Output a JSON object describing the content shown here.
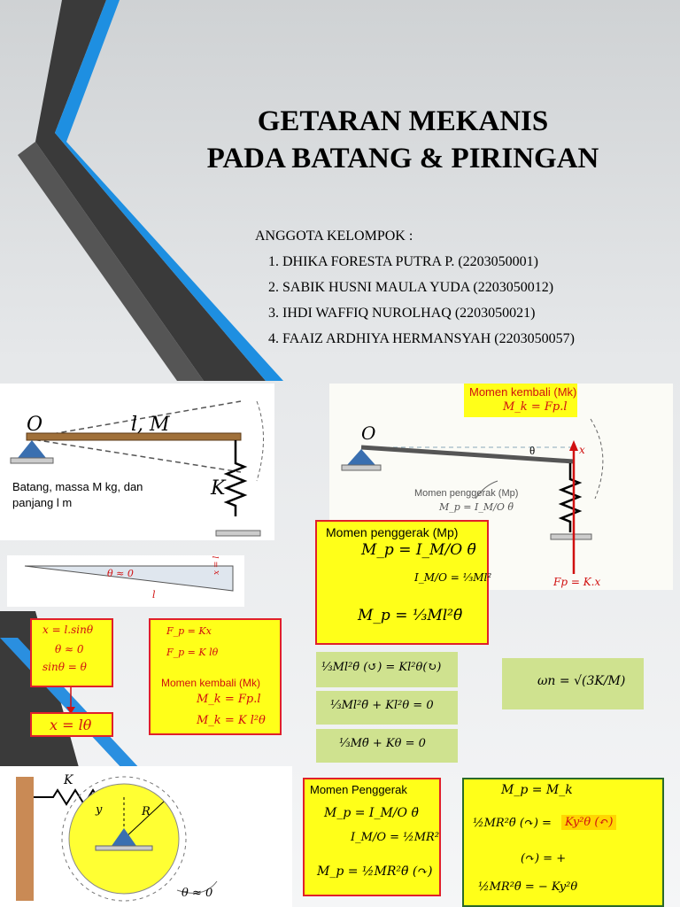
{
  "slide": {
    "title_line1": "GETARAN MEKANIS",
    "title_line2": "PADA BATANG & PIRINGAN",
    "members_heading": "ANGGOTA KELOMPOK :",
    "members": [
      "1. DHIKA FORESTA PUTRA P. (2203050001)",
      "2. SABIK HUSNI MAULA YUDA (2203050012)",
      "3. IHDI WAFFIQ NUROLHAQ (2203050021)",
      "4. FAAIZ ARDHIYA HERMANSYAH (2203050057)"
    ]
  },
  "fig1": {
    "label_o": "O",
    "label_lm": "l, M",
    "label_k": "K",
    "caption1": "Batang, massa M kg, dan",
    "caption2": "panjang l m"
  },
  "fig2": {
    "header_title": "Momen kembali (Mk)",
    "header_eq": "M_k = Fp.l",
    "label_o": "O",
    "theta": "θ",
    "x": "x",
    "mp_caption": "Momen penggerak (Mp)",
    "mp_eq": "M_p = I_M/O θ̈",
    "force": "Fp = K.x"
  },
  "fig3": {
    "theta": "θ ≈ 0",
    "l": "l",
    "x": "x = l.sinθ"
  },
  "box_x": {
    "line1": "x = l.sinθ",
    "line2": "θ ≈ 0",
    "line3": "sinθ = θ",
    "result": "x = lθ"
  },
  "box_fp": {
    "line1": "F_p = Kx",
    "line2": "F_p = K lθ",
    "heading": "Momen kembali (Mk)",
    "line3": "M_k = Fp.l",
    "line4": "M_k = K l²θ"
  },
  "box_mp": {
    "heading": "Momen penggerak (Mp)",
    "line1": "M_p = I_M/O θ̈",
    "line2": "I_M/O = ⅓Ml²",
    "line3": "M_p = ⅓Ml²θ̈"
  },
  "eqs": {
    "eq1": "⅓Ml²θ̈ (↺) = Kl²θ(↻)",
    "eq2": "⅓Ml²θ̈ + Kl²θ = 0",
    "eq3": "⅓Mθ̈ + Kθ = 0",
    "omega": "ωn = √(3K/M)"
  },
  "fig4": {
    "k": "K",
    "y": "y",
    "r": "R",
    "theta": "θ ≈ 0"
  },
  "box_disk": {
    "heading": "Momen Penggerak",
    "line1": "M_p = I_M/O θ̈",
    "line2": "I_M/O = ½MR²",
    "line3": "M_p = ½MR²θ̈ (↷)"
  },
  "box_right": {
    "line1": "M_p = M_k",
    "line2": "½MR²θ̈ (↷) =",
    "highlight": "Ky²θ (↶)",
    "line3": "(↷) = +",
    "line4": "½MR²θ̈ = − Ky²θ"
  }
}
